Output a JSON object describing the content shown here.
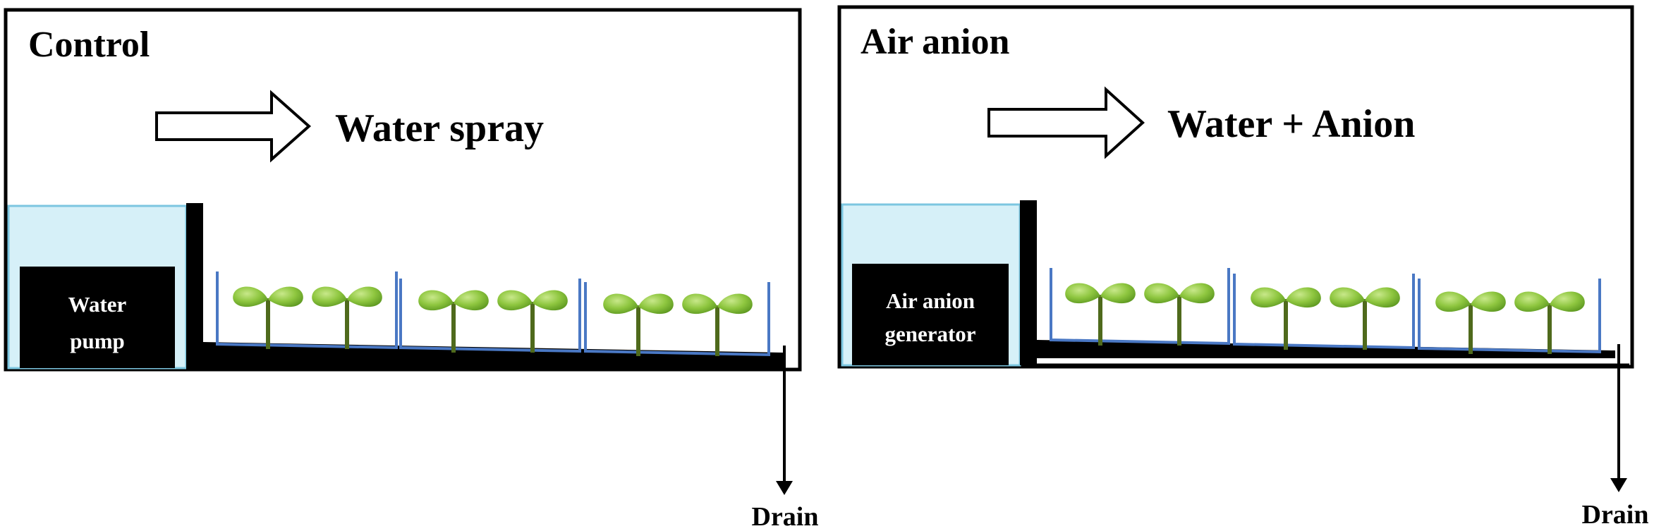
{
  "panels": [
    {
      "title": "Control",
      "flow_label": "Water spray",
      "device_label_line1": "Water",
      "device_label_line2": "pump",
      "drain_label": "Drain"
    },
    {
      "title": "Air anion",
      "flow_label": "Water + Anion",
      "device_label_line1": "Air anion",
      "device_label_line2": "generator",
      "drain_label": "Drain"
    }
  ],
  "colors": {
    "reservoir_water": "#d6f0f8",
    "reservoir_edge": "#7cc6e0",
    "tray_edge": "#4a78c4",
    "leaf": "#8ec63f",
    "stem": "#4f6a1c",
    "device_fill": "#000000"
  }
}
